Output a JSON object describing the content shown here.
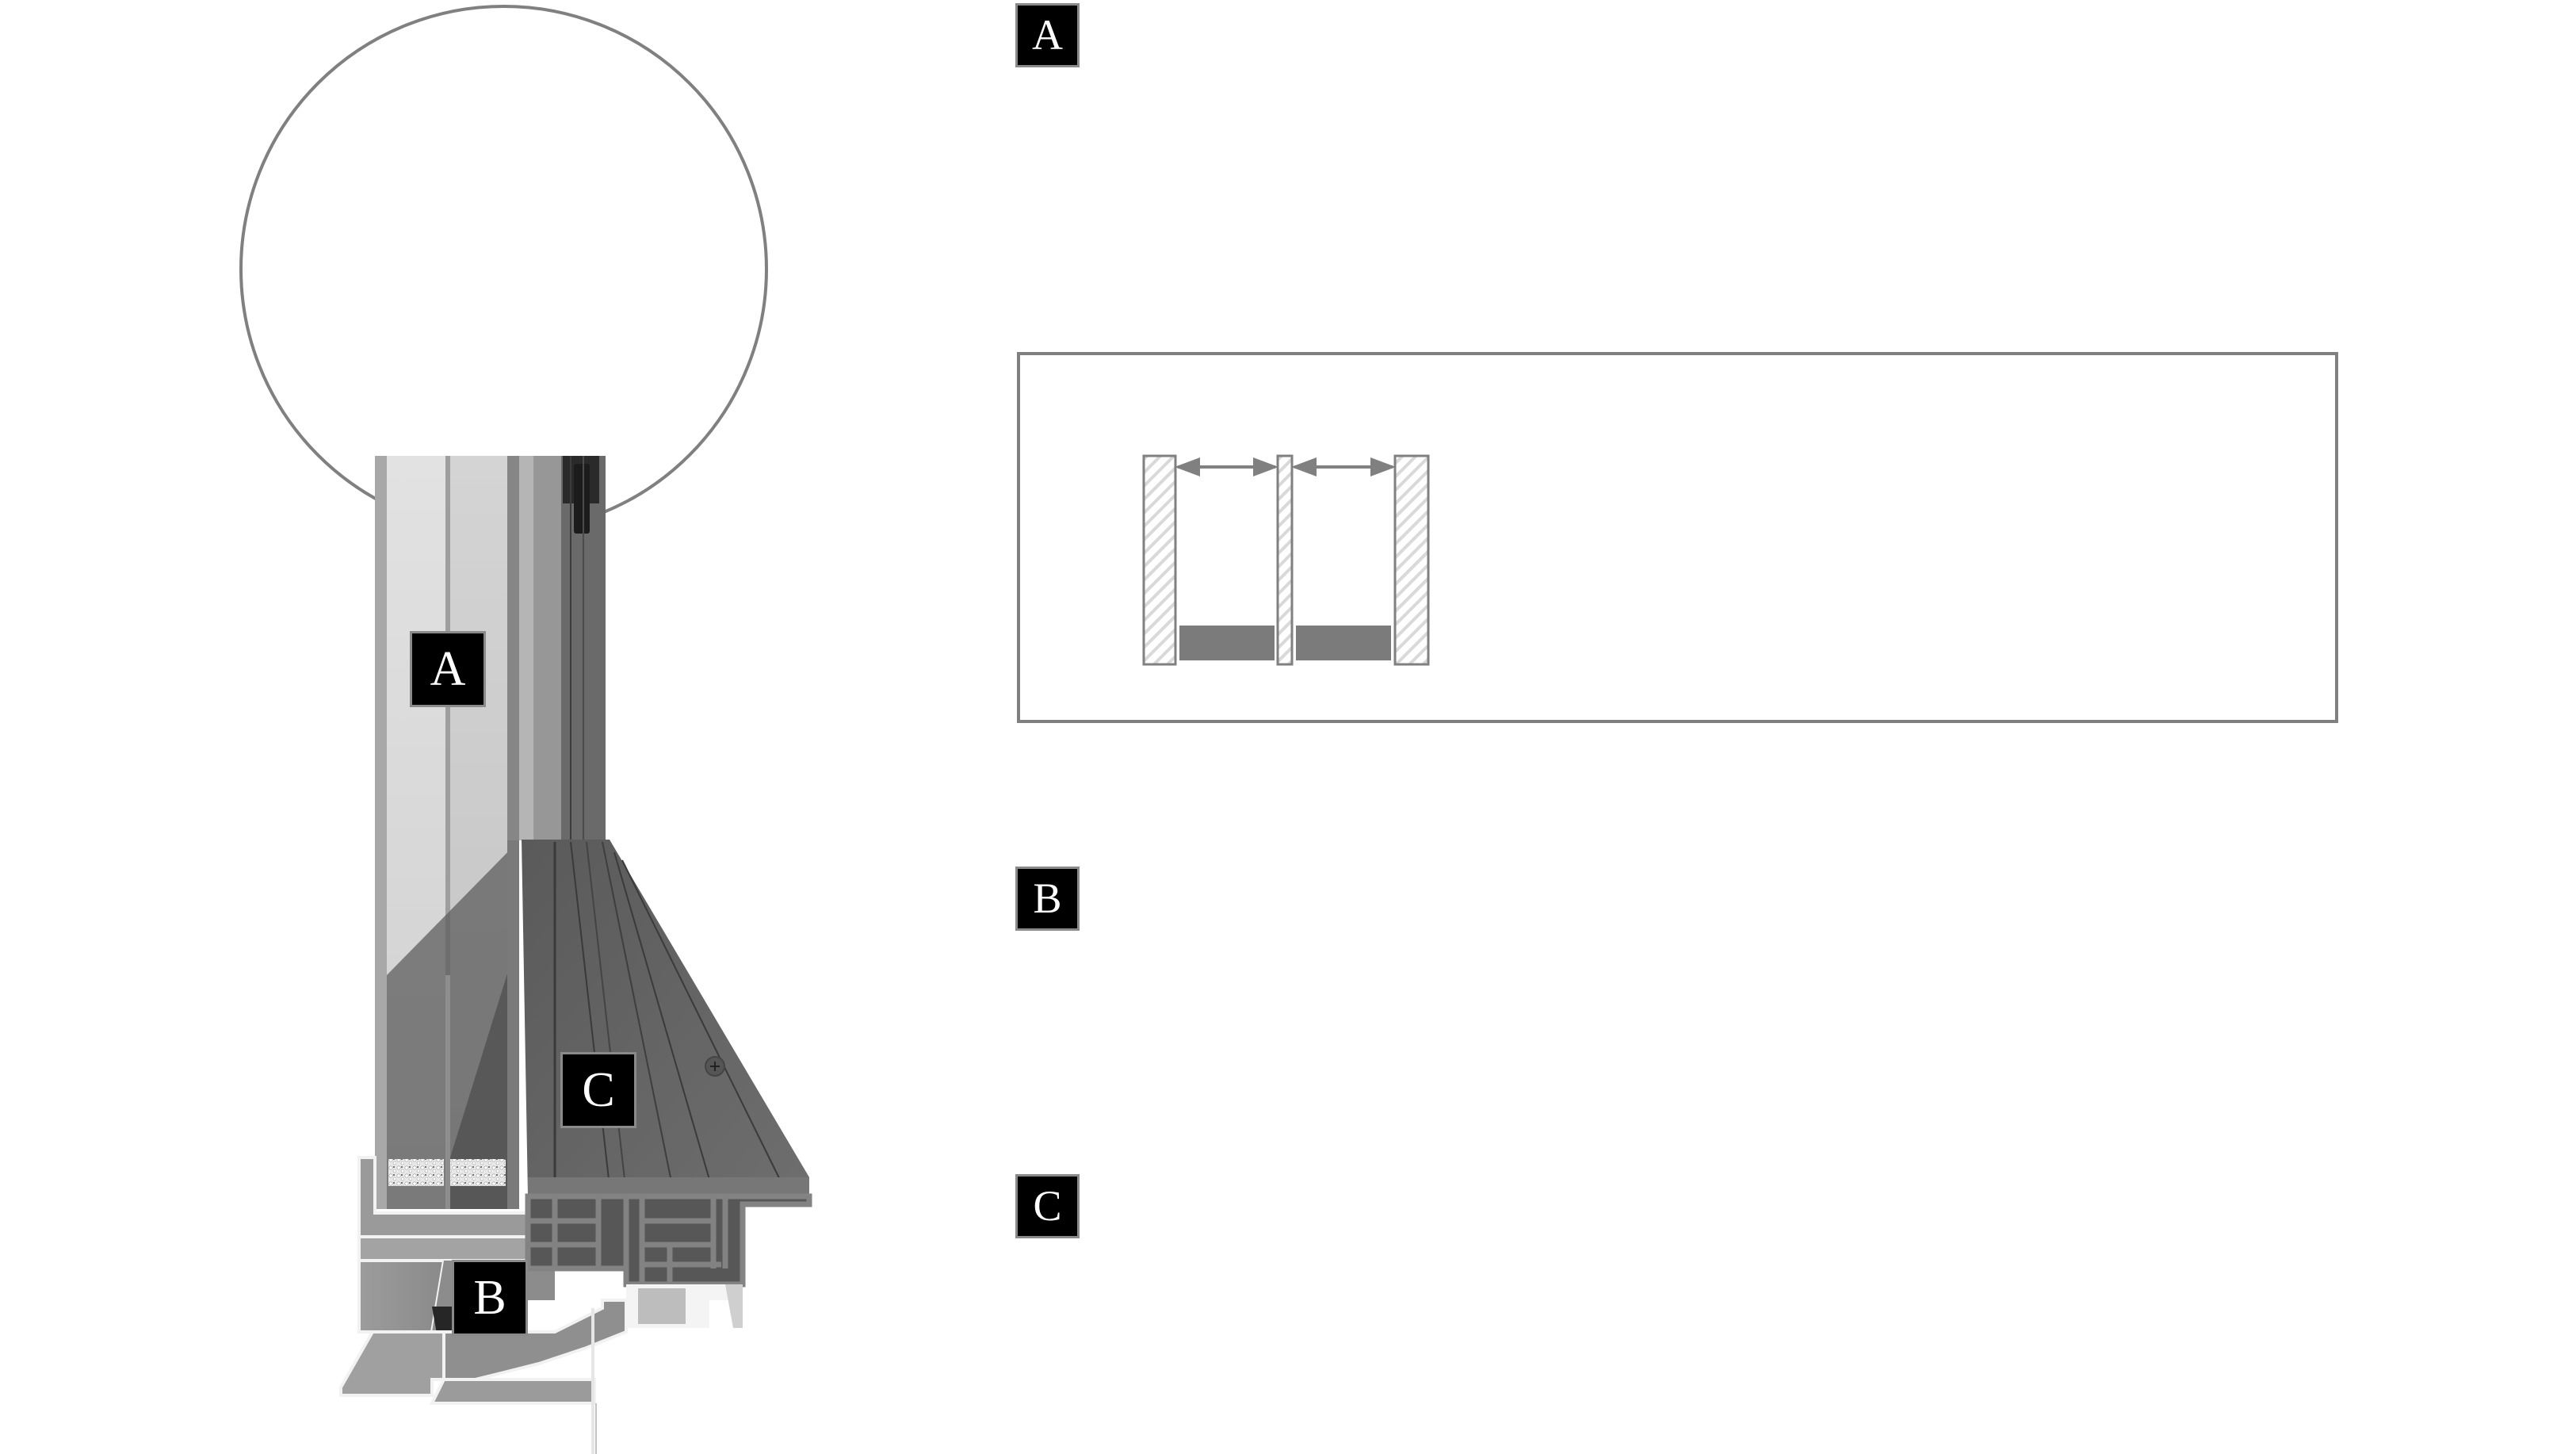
{
  "figure": {
    "type": "window-profile-cross-section",
    "markers": {
      "glass": "A",
      "frame": "B",
      "sash_sill": "C"
    }
  },
  "legend": {
    "items": [
      {
        "key": "A",
        "label": "A"
      },
      {
        "key": "B",
        "label": "B"
      },
      {
        "key": "C",
        "label": "C"
      }
    ]
  },
  "glazing_diagram": {
    "panes": 3,
    "cavities": 2,
    "spacer_color": "#7b7b7b",
    "pane_hatch_color": "#d9d9d9",
    "outline_color": "#808080"
  },
  "colors": {
    "outline": "#808080",
    "badge_bg": "#000000",
    "badge_text": "#ffffff",
    "badge_border": "#8a8a8a"
  }
}
